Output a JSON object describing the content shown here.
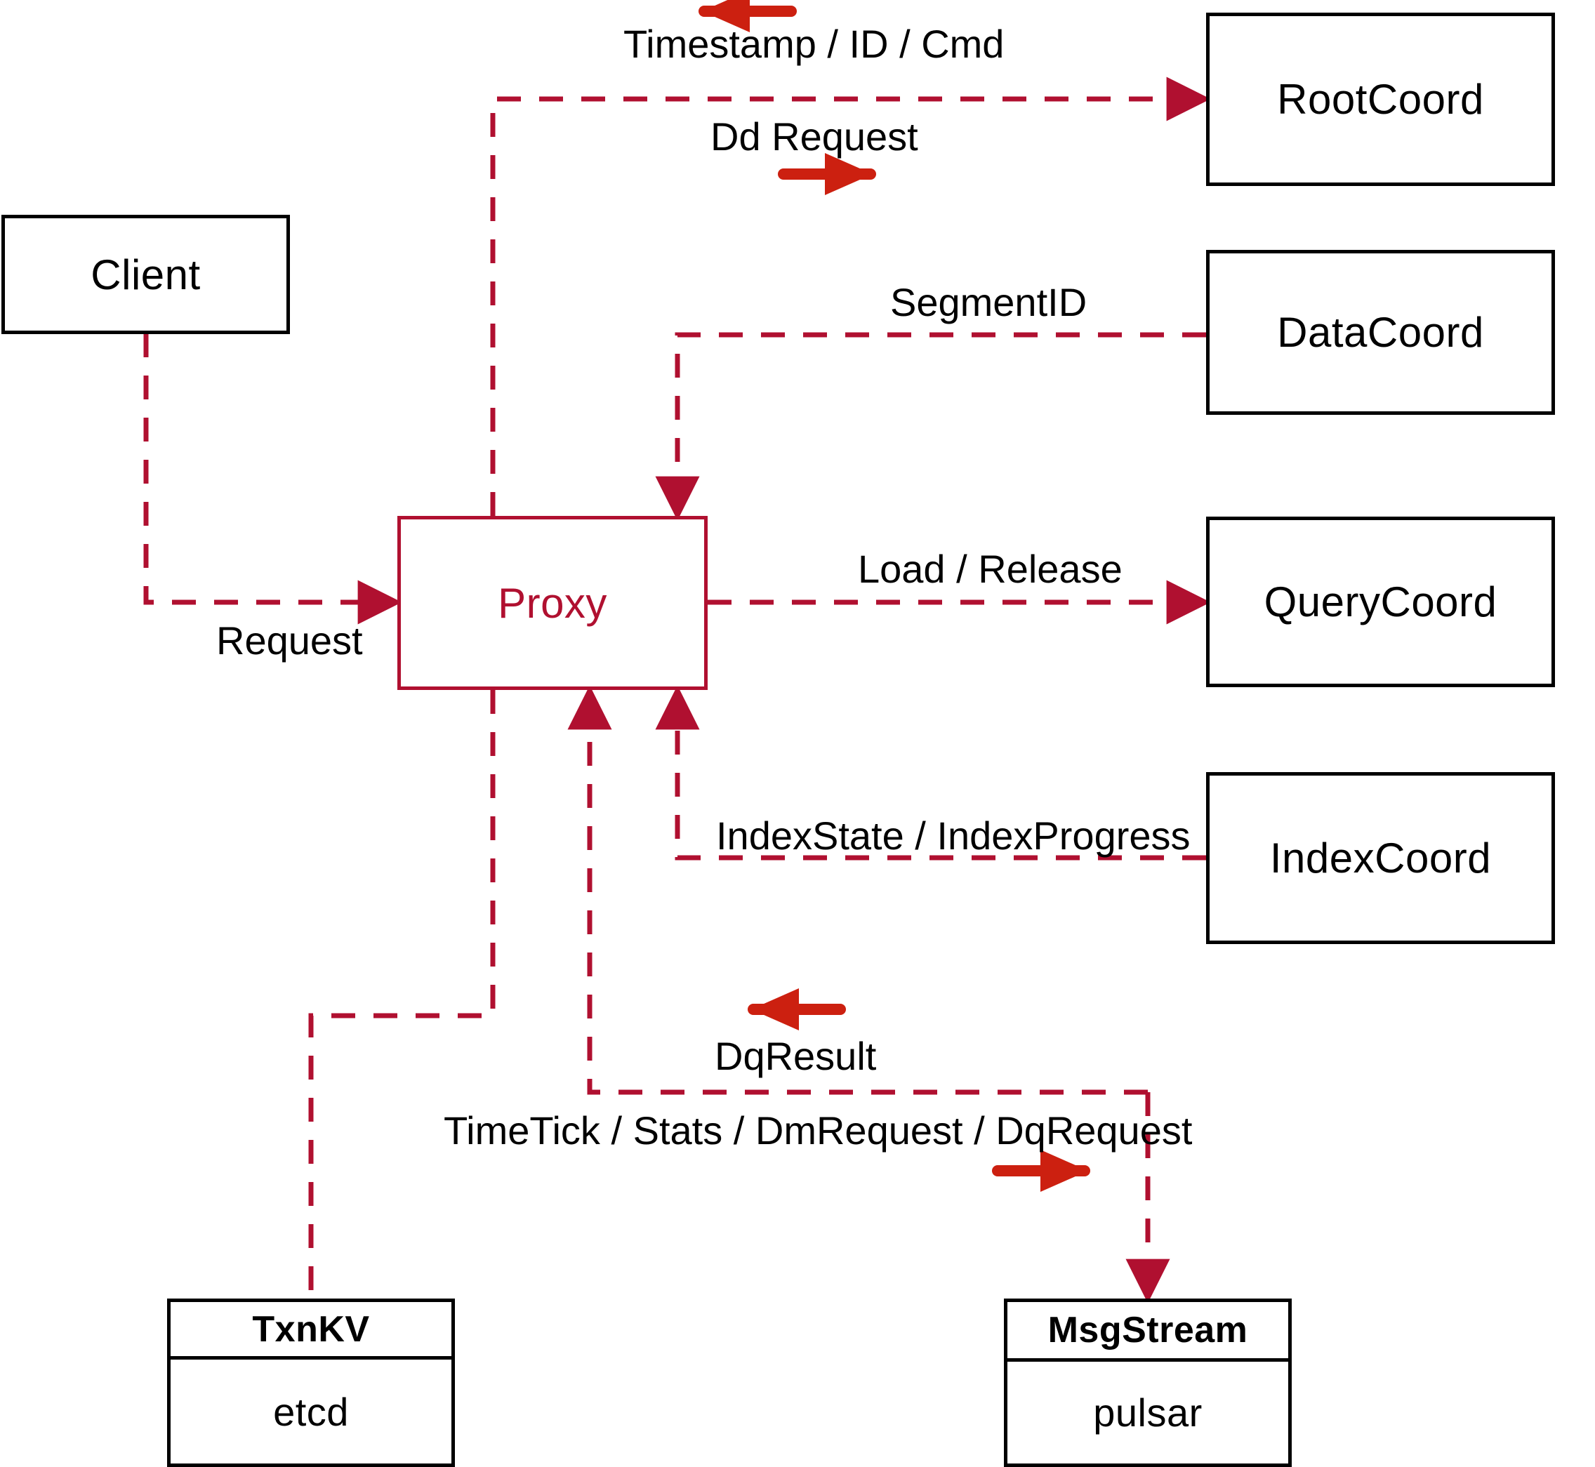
{
  "diagram": {
    "title": "Milvus Proxy interaction diagram",
    "colors": {
      "edge": "#B01030",
      "arrow_glyph": "#CC2010",
      "node_border": "#000000",
      "proxy_border": "#B01030",
      "text": "#000000",
      "background": "#ffffff"
    }
  },
  "nodes": {
    "client": {
      "label": "Client"
    },
    "proxy": {
      "label": "Proxy"
    },
    "root_coord": {
      "label": "RootCoord"
    },
    "data_coord": {
      "label": "DataCoord"
    },
    "query_coord": {
      "label": "QueryCoord"
    },
    "index_coord": {
      "label": "IndexCoord"
    },
    "txnkv": {
      "title": "TxnKV",
      "impl": "etcd"
    },
    "msgstream": {
      "title": "MsgStream",
      "impl": "pulsar"
    }
  },
  "edges": [
    {
      "id": "timestamp-id-cmd",
      "label": "Timestamp / ID / Cmd",
      "from": "root_coord",
      "to": "proxy",
      "direction": "left"
    },
    {
      "id": "dd-request",
      "label": "Dd Request",
      "from": "proxy",
      "to": "root_coord",
      "direction": "right"
    },
    {
      "id": "segment-id",
      "label": "SegmentID",
      "from": "data_coord",
      "to": "proxy",
      "direction": "left"
    },
    {
      "id": "load-release",
      "label": "Load / Release",
      "from": "proxy",
      "to": "query_coord",
      "direction": "right"
    },
    {
      "id": "index-state",
      "label": "IndexState / IndexProgress",
      "from": "index_coord",
      "to": "proxy",
      "direction": "left"
    },
    {
      "id": "request",
      "label": "Request",
      "from": "client",
      "to": "proxy",
      "direction": "right"
    },
    {
      "id": "dq-result",
      "label": "DqResult",
      "from": "msgstream",
      "to": "proxy",
      "direction": "left"
    },
    {
      "id": "timetick-stats",
      "label": "TimeTick / Stats / DmRequest / DqRequest",
      "from": "proxy",
      "to": "msgstream",
      "direction": "right"
    },
    {
      "id": "txnkv-link",
      "label": "",
      "from": "proxy",
      "to": "txnkv",
      "direction": "none"
    }
  ]
}
